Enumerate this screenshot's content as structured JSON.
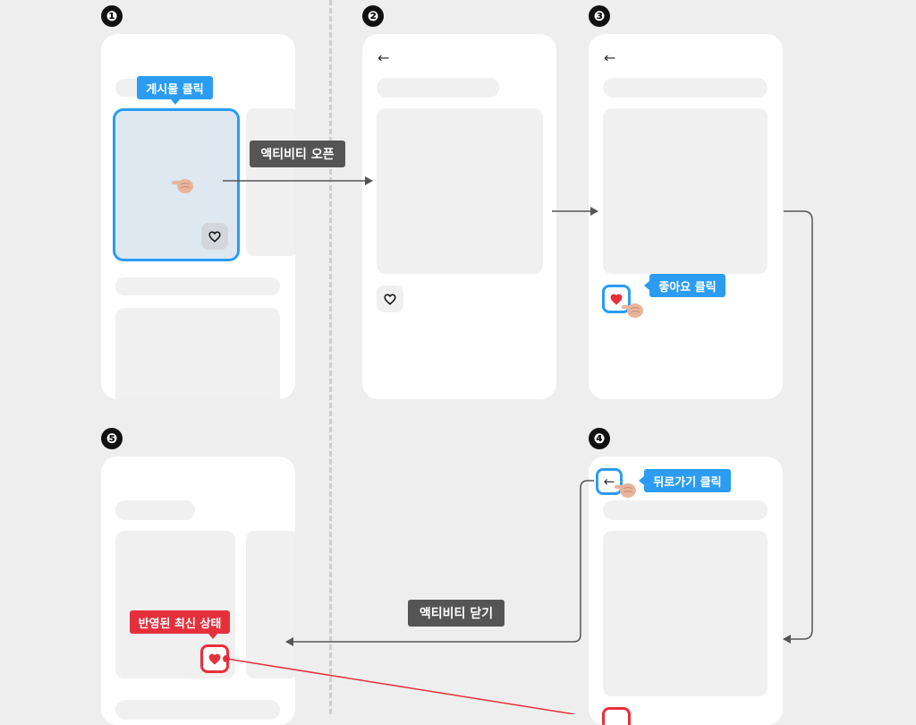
{
  "steps": {
    "s1": "❶",
    "s2": "❷",
    "s3": "❸",
    "s4": "❹",
    "s5": "❺"
  },
  "labels": {
    "post_click": "게시물 클릭",
    "activity_open": "액티비티 오픈",
    "like_click": "좋아요 클릭",
    "back_click": "뒤로가기 클릭",
    "activity_close": "액티비티 닫기",
    "latest_state": "반영된 최신 상태"
  },
  "icons": {
    "back": "←",
    "heart": "heart-icon",
    "hand": "pointing-hand-icon"
  },
  "colors": {
    "accent_blue": "#2b9cf2",
    "accent_red": "#e5303b",
    "label_dark": "#555555",
    "skeleton": "#f0f0f0",
    "background": "#eeeeee"
  }
}
